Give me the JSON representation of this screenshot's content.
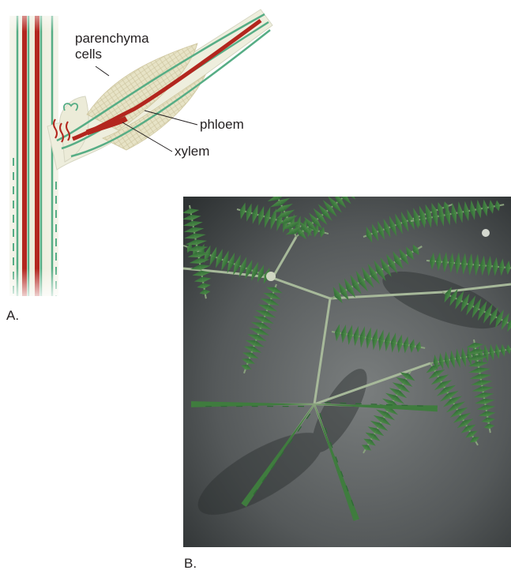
{
  "panel_a": {
    "panel_label": "A.",
    "labels": {
      "parenchyma_line1": "parenchyma",
      "parenchyma_line2": "cells",
      "phloem": "phloem",
      "xylem": "xylem"
    },
    "colors": {
      "xylem": "#b3261e",
      "phloem": "#4fa77e",
      "tissue": "#eeeedd",
      "stem_edge": "#d6d6c2",
      "leader": "#231f20"
    }
  },
  "panel_b": {
    "panel_label": "B.",
    "photo_description_icon": "mimosa-plant-photo",
    "colors": {
      "background_dark": "#3f4244",
      "background_light": "#6b6f70",
      "leaflet": "#3d7a3e",
      "leaflet_light": "#5c9a55",
      "petiole": "#a7b99a"
    }
  }
}
